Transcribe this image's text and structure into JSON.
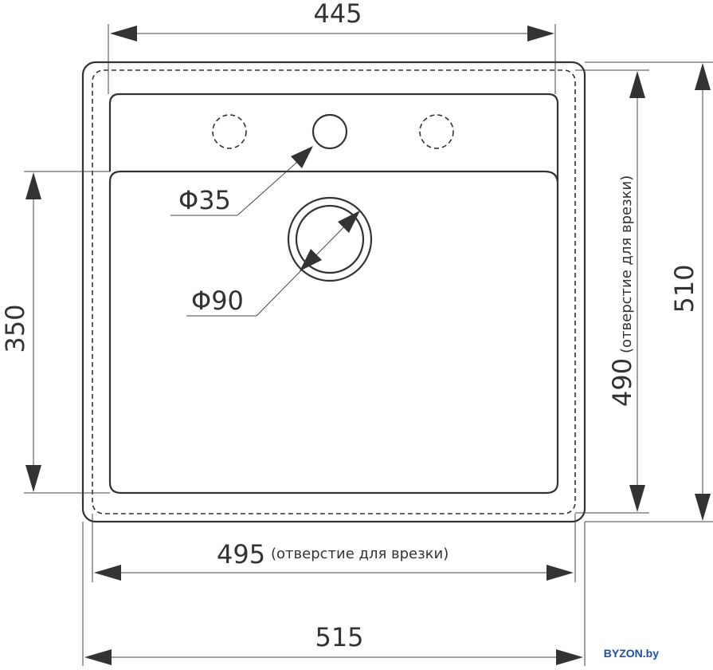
{
  "dimensions": {
    "top_width": "445",
    "left_height": "350",
    "right_outer_height": "510",
    "right_cutout_height": "490",
    "right_cutout_note": "(отверстие для врезки)",
    "bottom_cutout_width": "495",
    "bottom_cutout_note": "(отверстие для врезки)",
    "bottom_outer_width": "515"
  },
  "callouts": {
    "tap_hole": "Φ35",
    "drain_hole": "Φ90"
  },
  "brand": "BYZON.by",
  "colors": {
    "line": "#333333",
    "brand": "#1f4fa8"
  }
}
